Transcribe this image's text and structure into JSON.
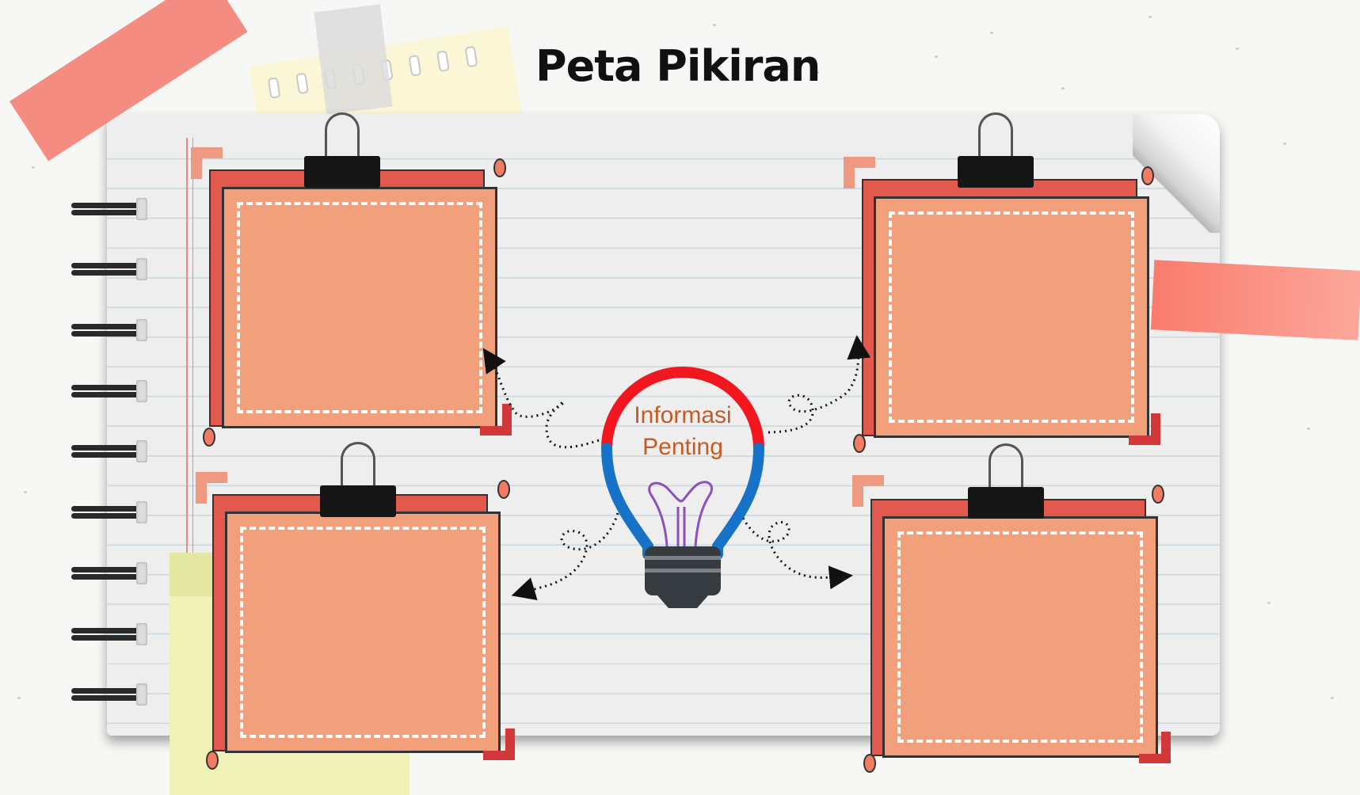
{
  "diagram": {
    "title": "Peta Pikiran",
    "center": {
      "line1": "Informasi",
      "line2": "Penting"
    },
    "boxes": [
      {
        "id": "top-left",
        "text": ""
      },
      {
        "id": "top-right",
        "text": ""
      },
      {
        "id": "bottom-left",
        "text": ""
      },
      {
        "id": "bottom-right",
        "text": ""
      }
    ]
  },
  "colors": {
    "bulb_top": "#f2161e",
    "bulb_bottom": "#1673c8",
    "label": "#c65a23",
    "box_fill": "#f2a07c",
    "box_back": "#e25a4e",
    "tape": "#f4867a"
  }
}
